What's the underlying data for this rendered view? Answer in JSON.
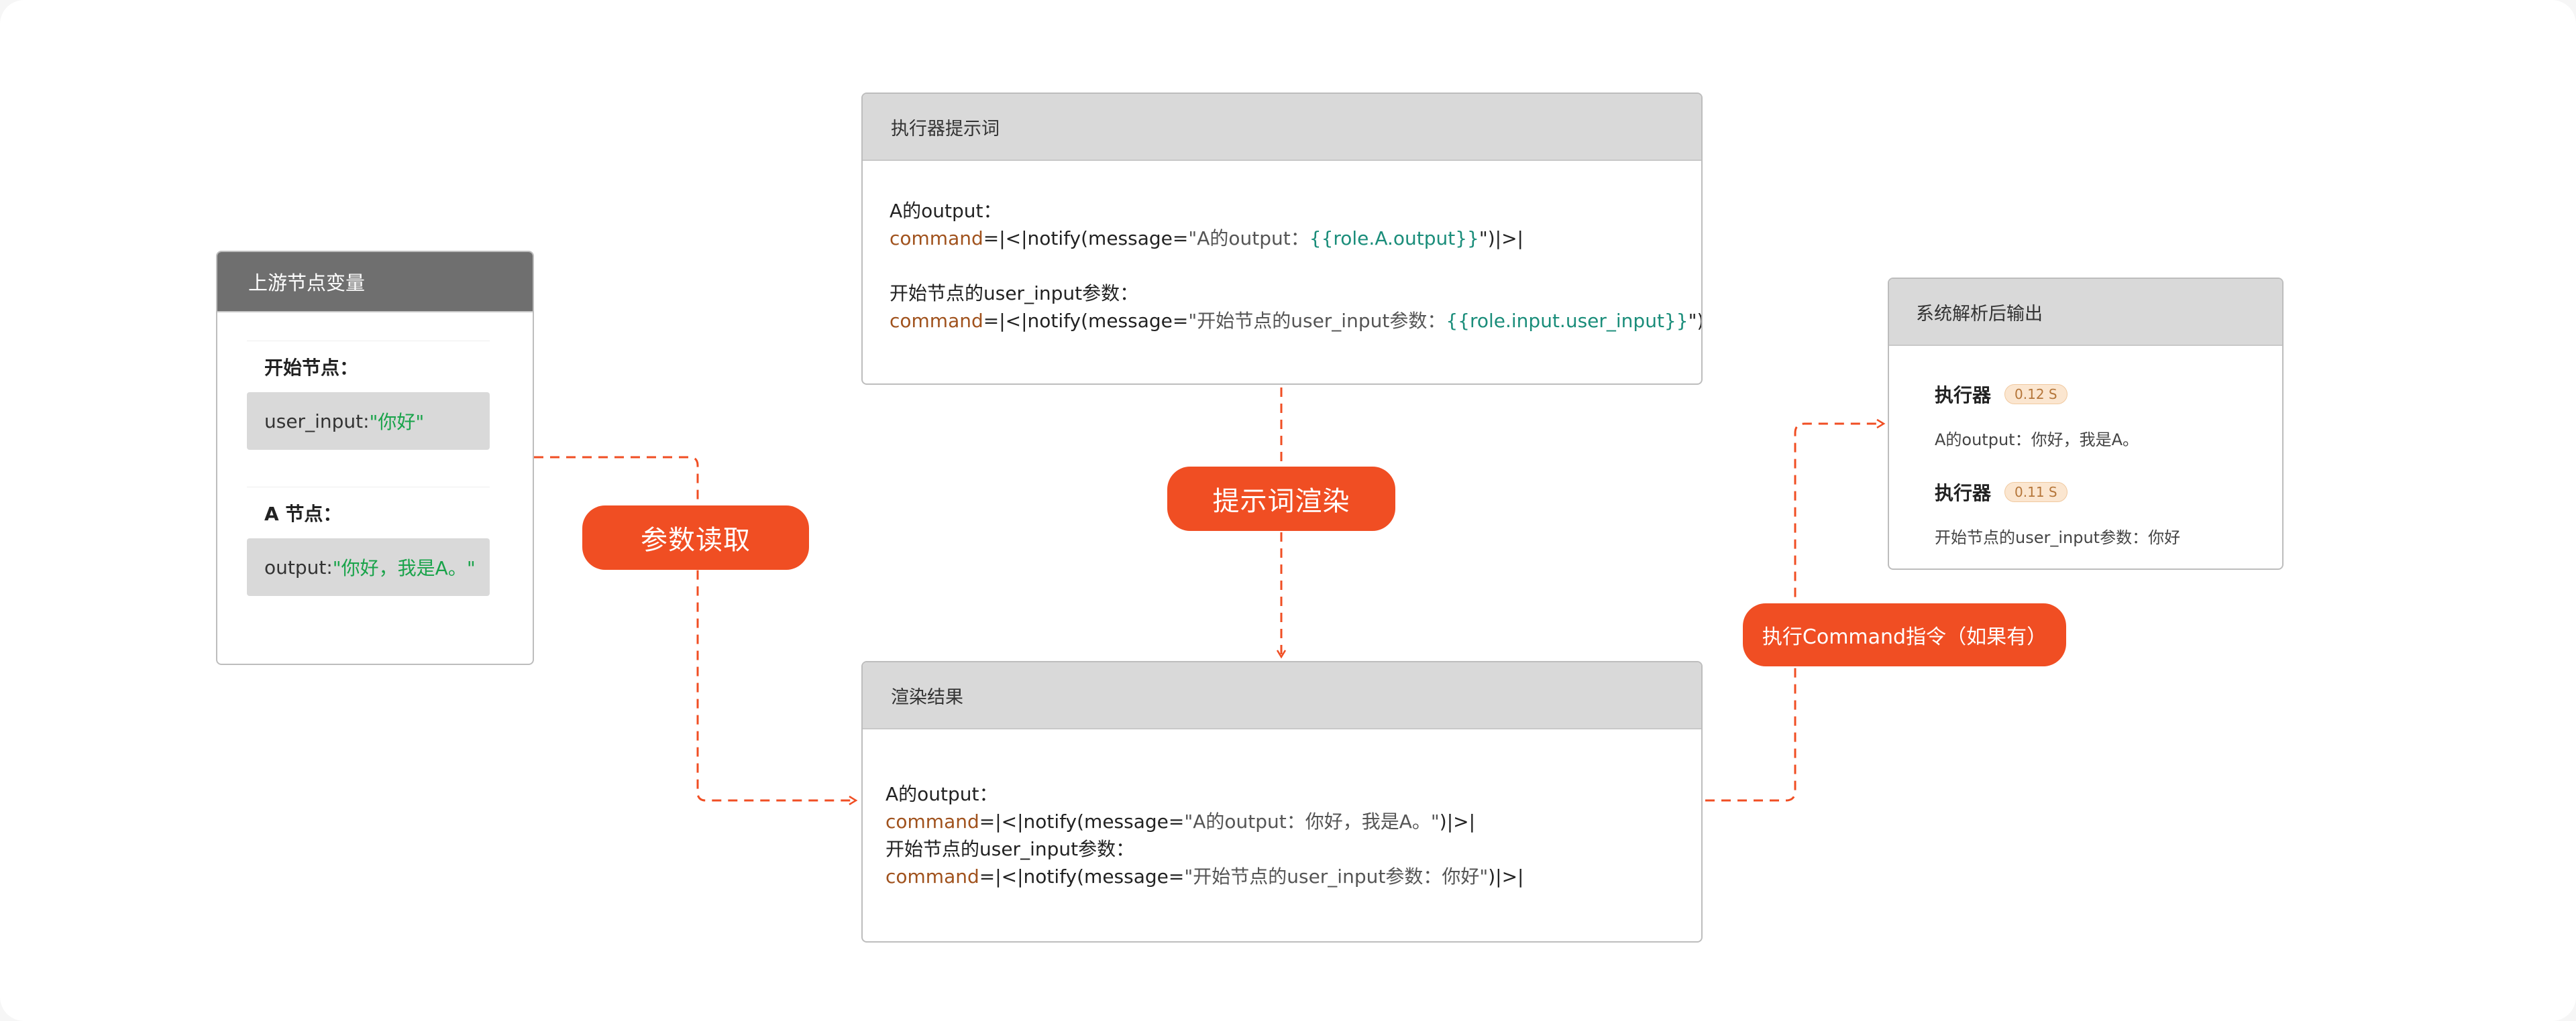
{
  "upstream": {
    "title": "上游节点变量",
    "blocks": [
      {
        "label": "开始节点：",
        "key": "user_input:",
        "value": "\"你好\""
      },
      {
        "label": "A 节点：",
        "key": "output:",
        "value": "\"你好，我是A。\""
      }
    ]
  },
  "prompt": {
    "title": "执行器提示词",
    "line1": "A的output：",
    "line2_kw": "command",
    "line2_mid": "=|<|notify(message=",
    "line2_str": "\"A的output：",
    "line2_var": "{{role.A.output}}",
    "line2_end": "\")|>|",
    "line3": "开始节点的user_input参数：",
    "line4_kw": "command",
    "line4_mid": "=|<|notify(message=",
    "line4_str": "\"开始节点的user_input参数：",
    "line4_var": "{{role.input.user_input}}",
    "line4_end": "\")|>|"
  },
  "render": {
    "title": "渲染结果",
    "line1": "A的output：",
    "line2_kw": "command",
    "line2_mid": "=|<|notify(message=",
    "line2_str": "\"A的output：你好，我是A。\"",
    "line2_end": ")|>|",
    "line3": "开始节点的user_input参数：",
    "line4_kw": "command",
    "line4_mid": "=|<|notify(message=",
    "line4_str": "\"开始节点的user_input参数：你好\"",
    "line4_end": ")|>|"
  },
  "output": {
    "title": "系统解析后输出",
    "items": [
      {
        "name": "执行器",
        "time": "0.12 S",
        "text": "A的output：你好，我是A。"
      },
      {
        "name": "执行器",
        "time": "0.11 S",
        "text": "开始节点的user_input参数：你好"
      }
    ]
  },
  "labels": {
    "read_params": "参数读取",
    "prompt_render": "提示词渲染",
    "exec_command": "执行Command指令（如果有）"
  },
  "colors": {
    "accent": "#f04e23",
    "keyword": "#a0521d",
    "variable": "#1a8d7a",
    "string_value": "#19a34a"
  }
}
